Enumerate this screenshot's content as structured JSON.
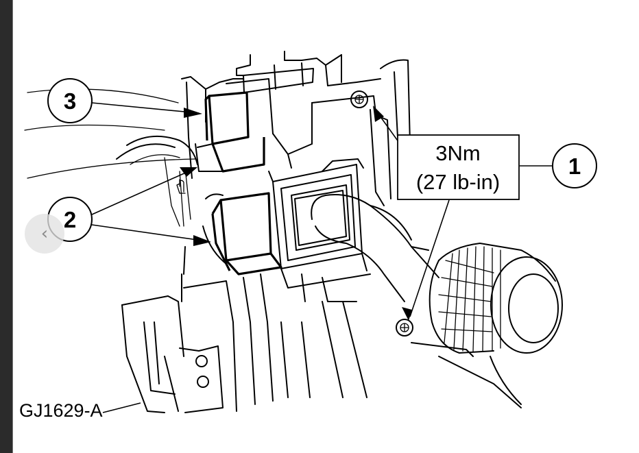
{
  "callouts": {
    "c1": "1",
    "c2": "2",
    "c3": "3"
  },
  "torque_spec": {
    "line1": "3Nm",
    "line2": "(27 lb-in)"
  },
  "figure_ref": "GJ1629-A",
  "icons": {
    "back": "chevron-left-icon",
    "cursor": "hand-pointer-icon"
  },
  "nav": {
    "back_glyph": "‹"
  }
}
